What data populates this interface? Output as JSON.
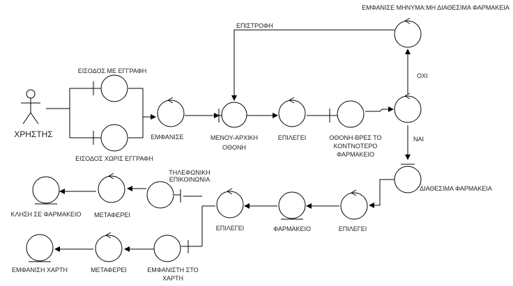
{
  "labels": {
    "actor": "ΧΡΗΣΤΗΣ",
    "login_with_reg": "ΕΙΣΟΔΟΣ ΜΕ ΕΓΓΡΑΦΗ",
    "login_without_reg": "ΕΙΣΟΔΟΣ ΧΩΡΙΣ ΕΓΓΡΑΦΗ",
    "show": "ΕΜΦΑΝΙΣΕ",
    "menu_line1": "ΜΕΝΟΥ-ΑΡΧΙΚΗ",
    "menu_line2": "ΟΘΟΝΗ",
    "select1": "ΕΠΙΛΕΓΕΙ",
    "find_line1": "ΟΘΟΝΗ-ΒΡΕΣ ΤΟ",
    "find_line2": "ΚΟΝΤΝΟΤΕΡΟ",
    "find_line3": "ΦΑΡΜΑΚΕΙΟ",
    "show_message": "ΕΜΦΑΝΙΣΕ ΜΗΝΥΜΑ:ΜΗ ΔΙΑΘΕΣΙΜΑ ΦΑΡΜΑΚΕΙΑ",
    "return": "ΕΠΙΣΤΡΟΦΗ",
    "no": "ΟΧΙ",
    "yes": "ΝΑΙ",
    "available": "ΔΙΑΘΕΣΙΜΑ ΦΑΡΜΑΚΕΙΑ",
    "select2": "ΕΠΙΛΕΓΕΙ",
    "pharmacy": "ΦΑΡΜΑΚΕΙΟ",
    "select3": "ΕΠΙΛΕΓΕΙ",
    "phone_line1": "ΤΗΛΕΦΩΝΙΚΗ",
    "phone_line2": "ΕΠΙΚΟΙΝΩΝΙΑ",
    "transfers1": "ΜΕΤΑΦΕΡΕΙ",
    "call_pharmacy": "ΚΛΗΣΗ ΣΕ ΦΑΡΜΑΚΕΙΟ",
    "map_show_line1": "ΕΜΦΑΝΙΣΤΗ ΣΤΟ",
    "map_show_line2": "ΧΑΡΤΗ",
    "transfers2": "ΜΕΤΑΦΕΡΕΙ",
    "show_map": "ΕΜΦΑΝΙΣΗ ΧΑΡΤΗ"
  }
}
